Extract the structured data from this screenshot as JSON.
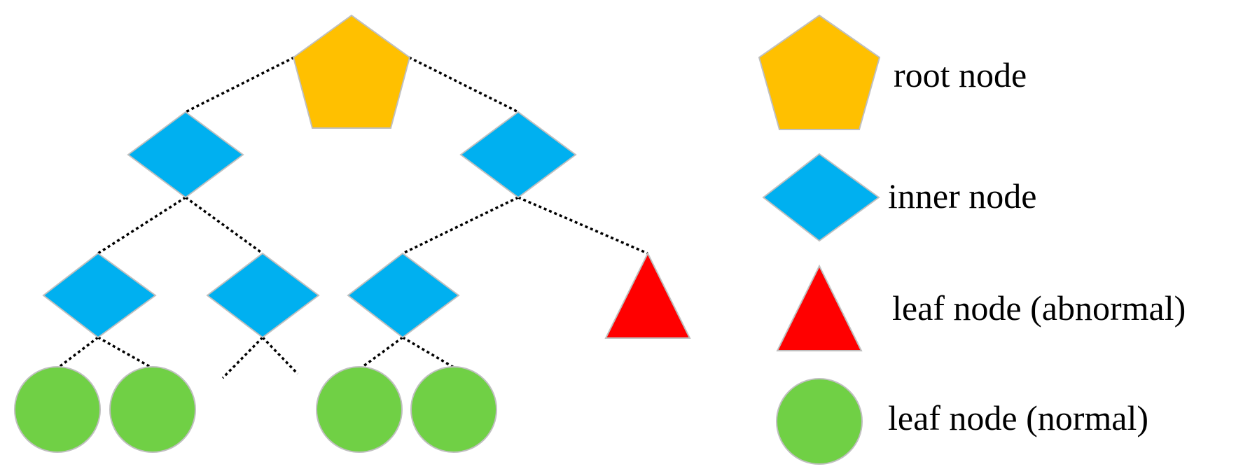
{
  "colors": {
    "root": "#FFC000",
    "inner": "#00B0F0",
    "leaf_abnormal": "#FF0000",
    "leaf_normal": "#70D045",
    "edge": "#000000"
  },
  "legend": {
    "root_label": "root node",
    "inner_label": "inner node",
    "leaf_abnormal_label": "leaf node (abnormal)",
    "leaf_normal_label": "leaf node (normal)"
  },
  "tree": {
    "root": {
      "type": "root",
      "children": [
        "inner-1",
        "inner-2"
      ]
    },
    "inner-1": {
      "type": "inner",
      "children": [
        "inner-3",
        "inner-4"
      ]
    },
    "inner-2": {
      "type": "inner",
      "children": [
        "inner-5",
        "leaf-abnormal-1"
      ]
    },
    "inner-3": {
      "type": "inner",
      "children": [
        "leaf-normal-1",
        "leaf-normal-2"
      ]
    },
    "inner-4": {
      "type": "inner",
      "children": []
    },
    "inner-5": {
      "type": "inner",
      "children": [
        "leaf-normal-3",
        "leaf-normal-4"
      ]
    }
  }
}
